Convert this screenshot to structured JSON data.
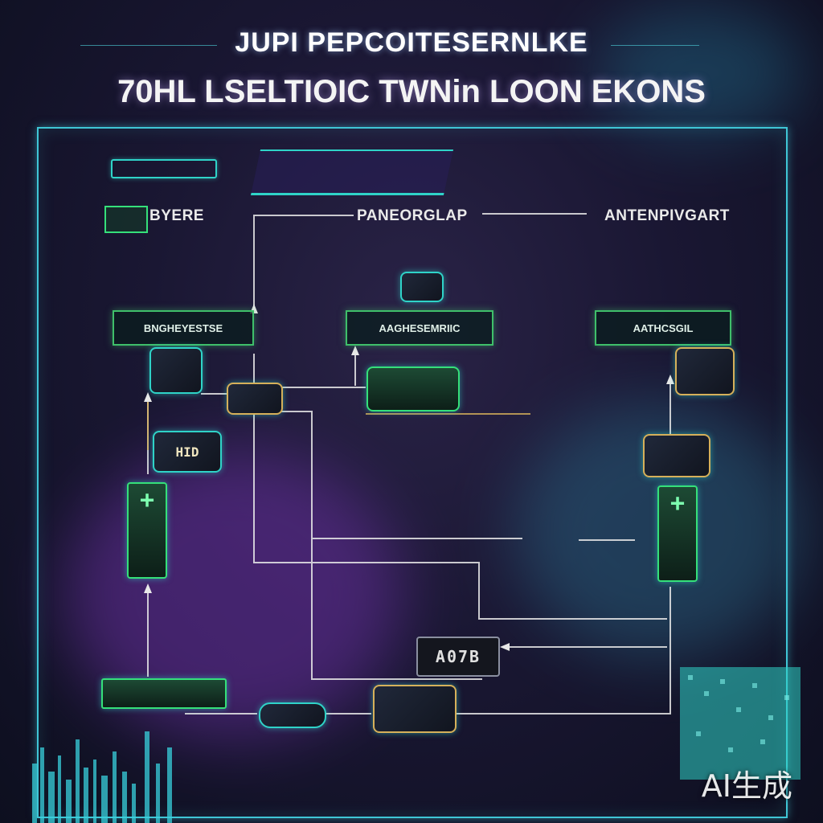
{
  "header": {
    "title_line1": "JUPI PEPCOITESERNLKE",
    "title_line2": "70HL LSELTIOIC TWNin LOON EKONS"
  },
  "columns": {
    "left_title": "BYERE",
    "center_title": "PANEORGLAP",
    "right_title": "ANTENPIVGART"
  },
  "labels": {
    "left": "BNGHEYESTSE",
    "center": "AAGHESEMRIIC",
    "right": "AATHCSGIL"
  },
  "modules": {
    "left_counter": "HID",
    "bottom_counter": "A07B",
    "plus_symbol": "+"
  },
  "watermark": "AI生成",
  "colors": {
    "frame": "#3fc6d6",
    "label_border": "#3fbf6a",
    "module_border": "#2fd3c8",
    "wire": "#e8e8e8"
  }
}
